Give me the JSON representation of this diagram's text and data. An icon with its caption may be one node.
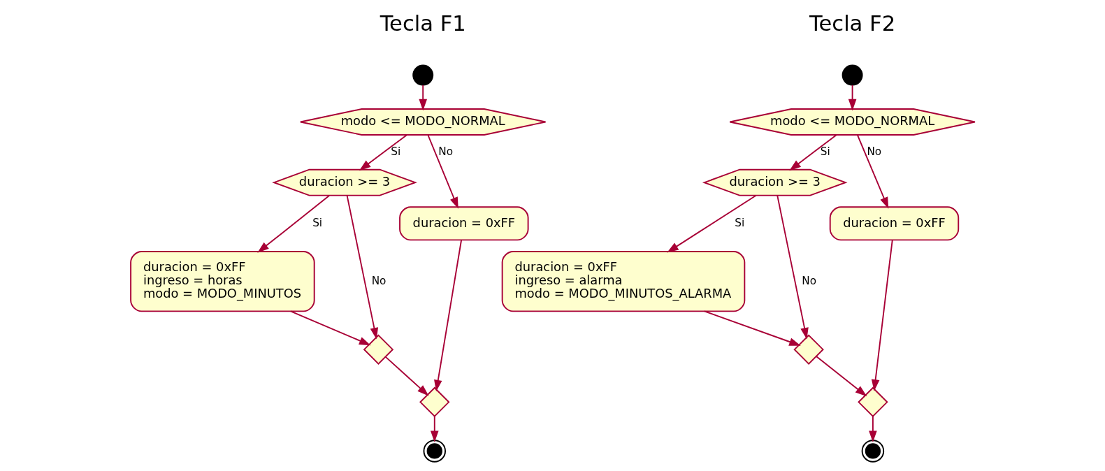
{
  "diagram": {
    "nodes": [
      {
        "text": [],
        "shape": "circle"
      },
      {
        "text": [
          "modo <= MODO_NORMAL"
        ]
      },
      {
        "text": [
          "duracion >= 3"
        ]
      },
      {
        "text": [
          "duracion = 0xFF"
        ]
      },
      {
        "text": [
          "duracion = 0xFF",
          "ingreso = horas",
          "modo = MODO_MINUTOS"
        ]
      },
      {
        "text": [],
        "shape": "diamond"
      },
      {
        "text": [],
        "shape": "diamond"
      },
      {
        "text": [],
        "shape": "circle"
      },
      {
        "text": [],
        "shape": "circle"
      },
      {
        "text": [
          "modo <= MODO_NORMAL"
        ]
      },
      {
        "text": [
          "duracion >= 3"
        ]
      },
      {
        "text": [
          "duracion = 0xFF"
        ]
      },
      {
        "text": [
          "duracion = 0xFF",
          "ingreso = alarma",
          "modo = MODO_MINUTOS_ALARMA"
        ]
      },
      {
        "text": [],
        "shape": "diamond"
      },
      {
        "text": [],
        "shape": "diamond"
      },
      {
        "text": [],
        "shape": "circle"
      }
    ],
    "edges": [
      {
        "from": 0,
        "to": 1,
        "arrow": "to"
      },
      {
        "from": 1,
        "to": 2,
        "arrow": "to",
        "label": "Si"
      },
      {
        "from": 1,
        "to": 3,
        "arrow": "to",
        "label": "No"
      },
      {
        "from": 2,
        "to": 4,
        "arrow": "to",
        "label": "Si"
      },
      {
        "from": 2,
        "to": 5,
        "arrow": "to",
        "label": "No"
      },
      {
        "from": 4,
        "to": 5,
        "arrow": "to"
      },
      {
        "from": 5,
        "to": 6,
        "arrow": "to"
      },
      {
        "from": 3,
        "to": 6,
        "arrow": "to"
      },
      {
        "from": 6,
        "to": 7,
        "arrow": "to"
      },
      {
        "from": 8,
        "to": 9,
        "arrow": "to"
      },
      {
        "from": 9,
        "to": 10,
        "arrow": "to",
        "label": "Si"
      },
      {
        "from": 9,
        "to": 11,
        "arrow": "to",
        "label": "No"
      },
      {
        "from": 10,
        "to": 12,
        "arrow": "to",
        "label": "Si"
      },
      {
        "from": 10,
        "to": 13,
        "arrow": "to",
        "label": "No"
      },
      {
        "from": 12,
        "to": 13,
        "arrow": "to"
      },
      {
        "from": 13,
        "to": 14,
        "arrow": "to"
      },
      {
        "from": 11,
        "to": 14,
        "arrow": "to"
      },
      {
        "from": 14,
        "to": 15,
        "arrow": "to"
      }
    ],
    "labels": [
      "Tecla F1",
      "Tecla F2"
    ]
  }
}
